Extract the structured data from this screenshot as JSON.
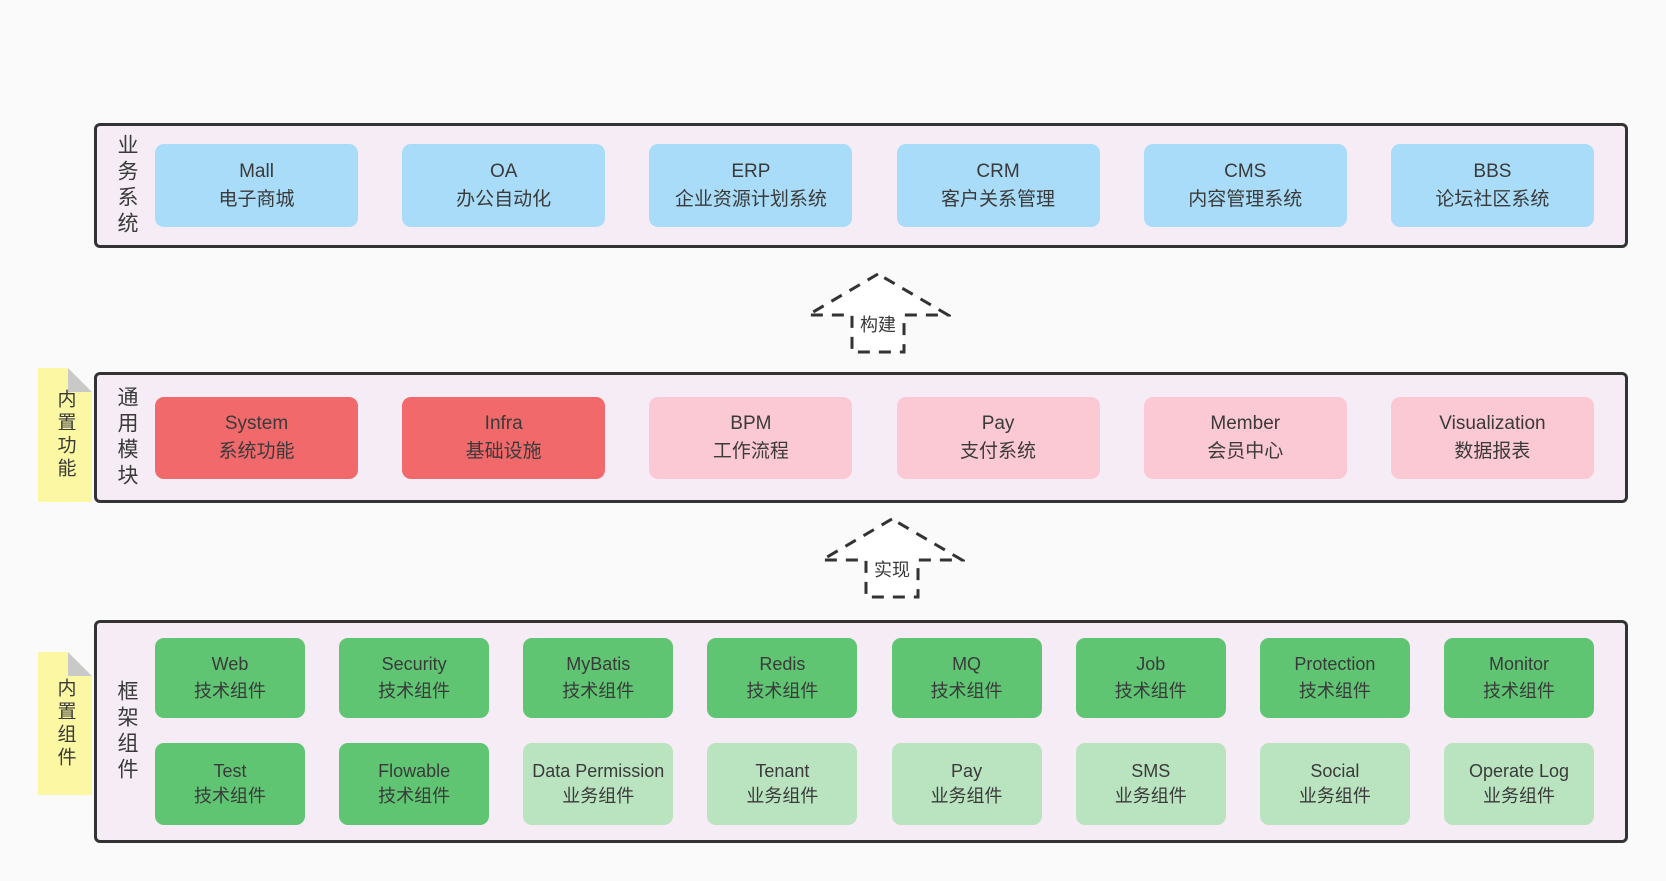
{
  "colors": {
    "page_bg": "#fafafa",
    "band_bg": "#f6ecf5",
    "band_border": "#333333",
    "blue": "#a9dcf8",
    "red": "#f2696b",
    "pink": "#fbc9d4",
    "green": "#5fc573",
    "light_green": "#bae4c0",
    "yellow": "#fbf7a2",
    "fold_gray": "#c9c9c9",
    "text": "#3a3a3a"
  },
  "arrows": [
    {
      "label": "构建"
    },
    {
      "label": "实现"
    }
  ],
  "bands": [
    {
      "label": "业务系统",
      "rows": [
        [
          {
            "title": "Mall",
            "subtitle": "电子商城",
            "variant": "blue"
          },
          {
            "title": "OA",
            "subtitle": "办公自动化",
            "variant": "blue"
          },
          {
            "title": "ERP",
            "subtitle": "企业资源计划系统",
            "variant": "blue"
          },
          {
            "title": "CRM",
            "subtitle": "客户关系管理",
            "variant": "blue"
          },
          {
            "title": "CMS",
            "subtitle": "内容管理系统",
            "variant": "blue"
          },
          {
            "title": "BBS",
            "subtitle": "论坛社区系统",
            "variant": "blue"
          }
        ]
      ]
    },
    {
      "label": "通用模块",
      "sticky": "内置功能",
      "rows": [
        [
          {
            "title": "System",
            "subtitle": "系统功能",
            "variant": "red"
          },
          {
            "title": "Infra",
            "subtitle": "基础设施",
            "variant": "red"
          },
          {
            "title": "BPM",
            "subtitle": "工作流程",
            "variant": "pink"
          },
          {
            "title": "Pay",
            "subtitle": "支付系统",
            "variant": "pink"
          },
          {
            "title": "Member",
            "subtitle": "会员中心",
            "variant": "pink"
          },
          {
            "title": "Visualization",
            "subtitle": "数据报表",
            "variant": "pink"
          }
        ]
      ]
    },
    {
      "label": "框架组件",
      "sticky": "内置组件",
      "rows": [
        [
          {
            "title": "Web",
            "subtitle": "技术组件",
            "variant": "green"
          },
          {
            "title": "Security",
            "subtitle": "技术组件",
            "variant": "green"
          },
          {
            "title": "MyBatis",
            "subtitle": "技术组件",
            "variant": "green"
          },
          {
            "title": "Redis",
            "subtitle": "技术组件",
            "variant": "green"
          },
          {
            "title": "MQ",
            "subtitle": "技术组件",
            "variant": "green"
          },
          {
            "title": "Job",
            "subtitle": "技术组件",
            "variant": "green"
          },
          {
            "title": "Protection",
            "subtitle": "技术组件",
            "variant": "green"
          },
          {
            "title": "Monitor",
            "subtitle": "技术组件",
            "variant": "green"
          }
        ],
        [
          {
            "title": "Test",
            "subtitle": "技术组件",
            "variant": "green"
          },
          {
            "title": "Flowable",
            "subtitle": "技术组件",
            "variant": "green"
          },
          {
            "title": "Data Permission",
            "subtitle": "业务组件",
            "variant": "light-green"
          },
          {
            "title": "Tenant",
            "subtitle": "业务组件",
            "variant": "light-green"
          },
          {
            "title": "Pay",
            "subtitle": "业务组件",
            "variant": "light-green"
          },
          {
            "title": "SMS",
            "subtitle": "业务组件",
            "variant": "light-green"
          },
          {
            "title": "Social",
            "subtitle": "业务组件",
            "variant": "light-green"
          },
          {
            "title": "Operate Log",
            "subtitle": "业务组件",
            "variant": "light-green"
          }
        ]
      ]
    }
  ]
}
